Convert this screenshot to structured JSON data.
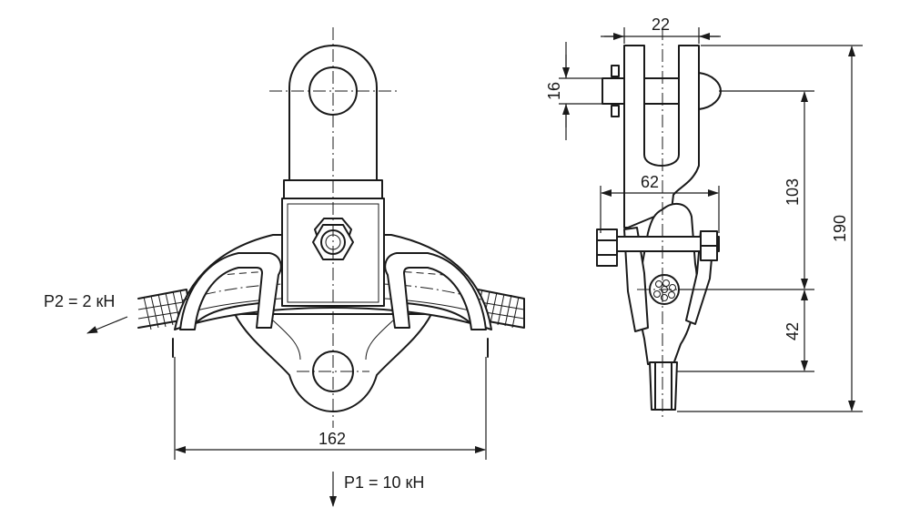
{
  "labels": {
    "load_p2": "P2 = 2 кН",
    "load_p1": "P1 = 10 кН",
    "dim_width_162": "162",
    "dim_top_22": "22",
    "dim_hole_16": "16",
    "dim_62": "62",
    "dim_103": "103",
    "dim_190": "190",
    "dim_42": "42"
  }
}
